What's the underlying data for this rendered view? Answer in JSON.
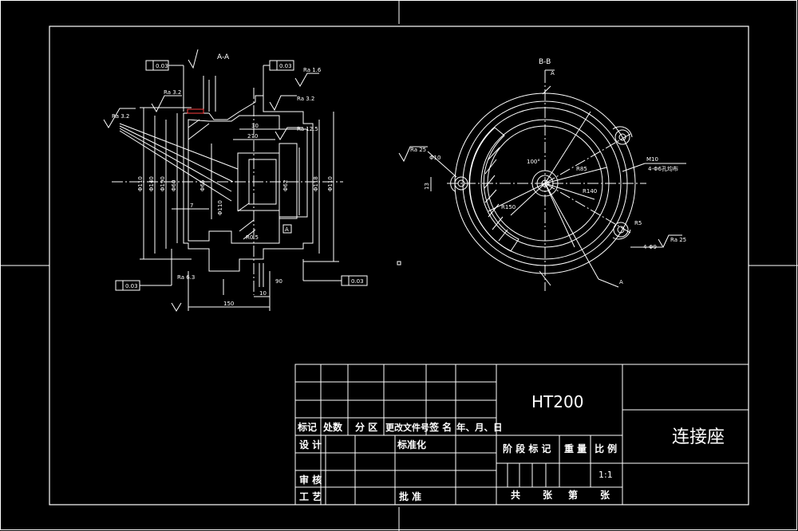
{
  "section_aa": {
    "title": "A-A",
    "roughness": [
      "Ra 3.2",
      "Ra 3.2",
      "Ra 1.6",
      "Ra 12.5",
      "Ra 3.2",
      "Ra 6.3"
    ],
    "tolerances": [
      "0.03",
      "0.03",
      "0.03",
      "0.03"
    ],
    "datum": "A",
    "dims_horizontal": [
      "30",
      "270",
      "7",
      "150",
      "10",
      "90"
    ],
    "dims_vertical": [
      "Φ110",
      "Φ140",
      "Φ190",
      "Φ60",
      "Φ65",
      "Φ110",
      "Φ118",
      "Φ110",
      "Φ62",
      "R0.5"
    ]
  },
  "section_bb": {
    "title": "B-B",
    "section_mark": "A",
    "roughness": [
      "Ra 25",
      "Ra 25"
    ],
    "dims": [
      "100°",
      "R85",
      "R140",
      "R150",
      "4-Φ9",
      "M10",
      "R5",
      "13",
      "Φ10"
    ],
    "note": "4-Φ6孔均布"
  },
  "title_block": {
    "material": "HT200",
    "part_name": "连接座",
    "headers": [
      "标记",
      "处数",
      "分 区",
      "更改文件号",
      "签 名",
      "年、月、日"
    ],
    "row_design": "设 计",
    "row_standard": "标准化",
    "row_review": "审 核",
    "row_process": "工 艺",
    "row_approve": "批 准",
    "stage_label": "阶 段 标 记",
    "weight_label": "重 量",
    "scale_label": "比 例",
    "scale_value": "1:1",
    "sheets_total": "共",
    "sheets_unit": "张",
    "sheet_no": "第",
    "sheet_unit2": "张"
  },
  "colors": {
    "line": "#ffffff",
    "highlight": "#ff4040",
    "background": "#000000"
  }
}
